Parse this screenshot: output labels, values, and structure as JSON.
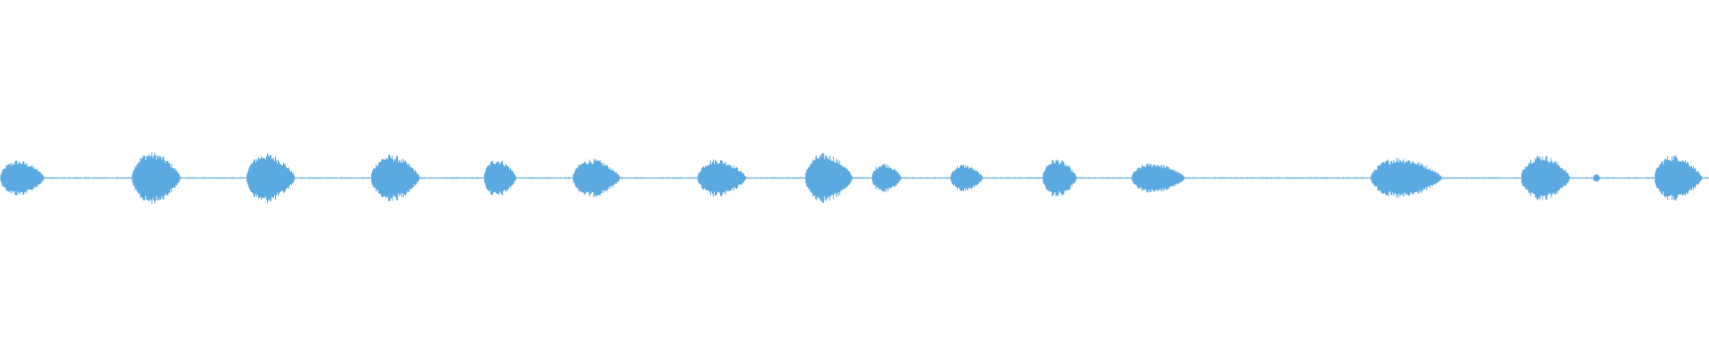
{
  "waveform": {
    "color": "#5aa9e0",
    "background": "#ffffff",
    "baseline_level": 0.0,
    "segments": [
      {
        "start": 0.0,
        "end": 0.03,
        "amplitude": 0.13
      },
      {
        "start": 0.077,
        "end": 0.11,
        "amplitude": 0.19
      },
      {
        "start": 0.144,
        "end": 0.177,
        "amplitude": 0.18
      },
      {
        "start": 0.217,
        "end": 0.25,
        "amplitude": 0.17
      },
      {
        "start": 0.283,
        "end": 0.305,
        "amplitude": 0.14
      },
      {
        "start": 0.335,
        "end": 0.367,
        "amplitude": 0.14
      },
      {
        "start": 0.408,
        "end": 0.441,
        "amplitude": 0.14
      },
      {
        "start": 0.471,
        "end": 0.503,
        "amplitude": 0.18
      },
      {
        "start": 0.51,
        "end": 0.53,
        "amplitude": 0.11
      },
      {
        "start": 0.556,
        "end": 0.578,
        "amplitude": 0.1
      },
      {
        "start": 0.61,
        "end": 0.633,
        "amplitude": 0.14
      },
      {
        "start": 0.662,
        "end": 0.698,
        "amplitude": 0.11
      },
      {
        "start": 0.802,
        "end": 0.85,
        "amplitude": 0.15
      },
      {
        "start": 0.89,
        "end": 0.923,
        "amplitude": 0.17
      },
      {
        "start": 0.932,
        "end": 0.937,
        "amplitude": 0.03
      },
      {
        "start": 0.968,
        "end": 1.0,
        "amplitude": 0.17
      }
    ]
  }
}
